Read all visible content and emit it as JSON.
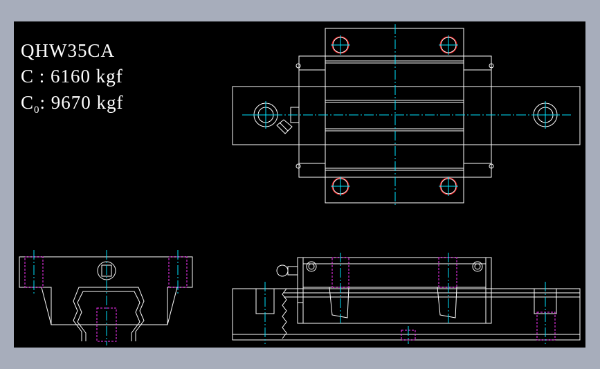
{
  "specs": {
    "model": "QHW35CA",
    "dynamic_label": "C",
    "dynamic_sep": " : ",
    "dynamic_value": "6160 kgf",
    "static_label": "C",
    "static_sub": "0",
    "static_sep": ": ",
    "static_value": "9670 kgf"
  },
  "colors": {
    "background": "#a7adbb",
    "canvas": "#000000",
    "outline": "#ffffff",
    "centerline": "#00e5ff",
    "hidden": "#ff33ff",
    "hole_ring": "#ff2020"
  }
}
